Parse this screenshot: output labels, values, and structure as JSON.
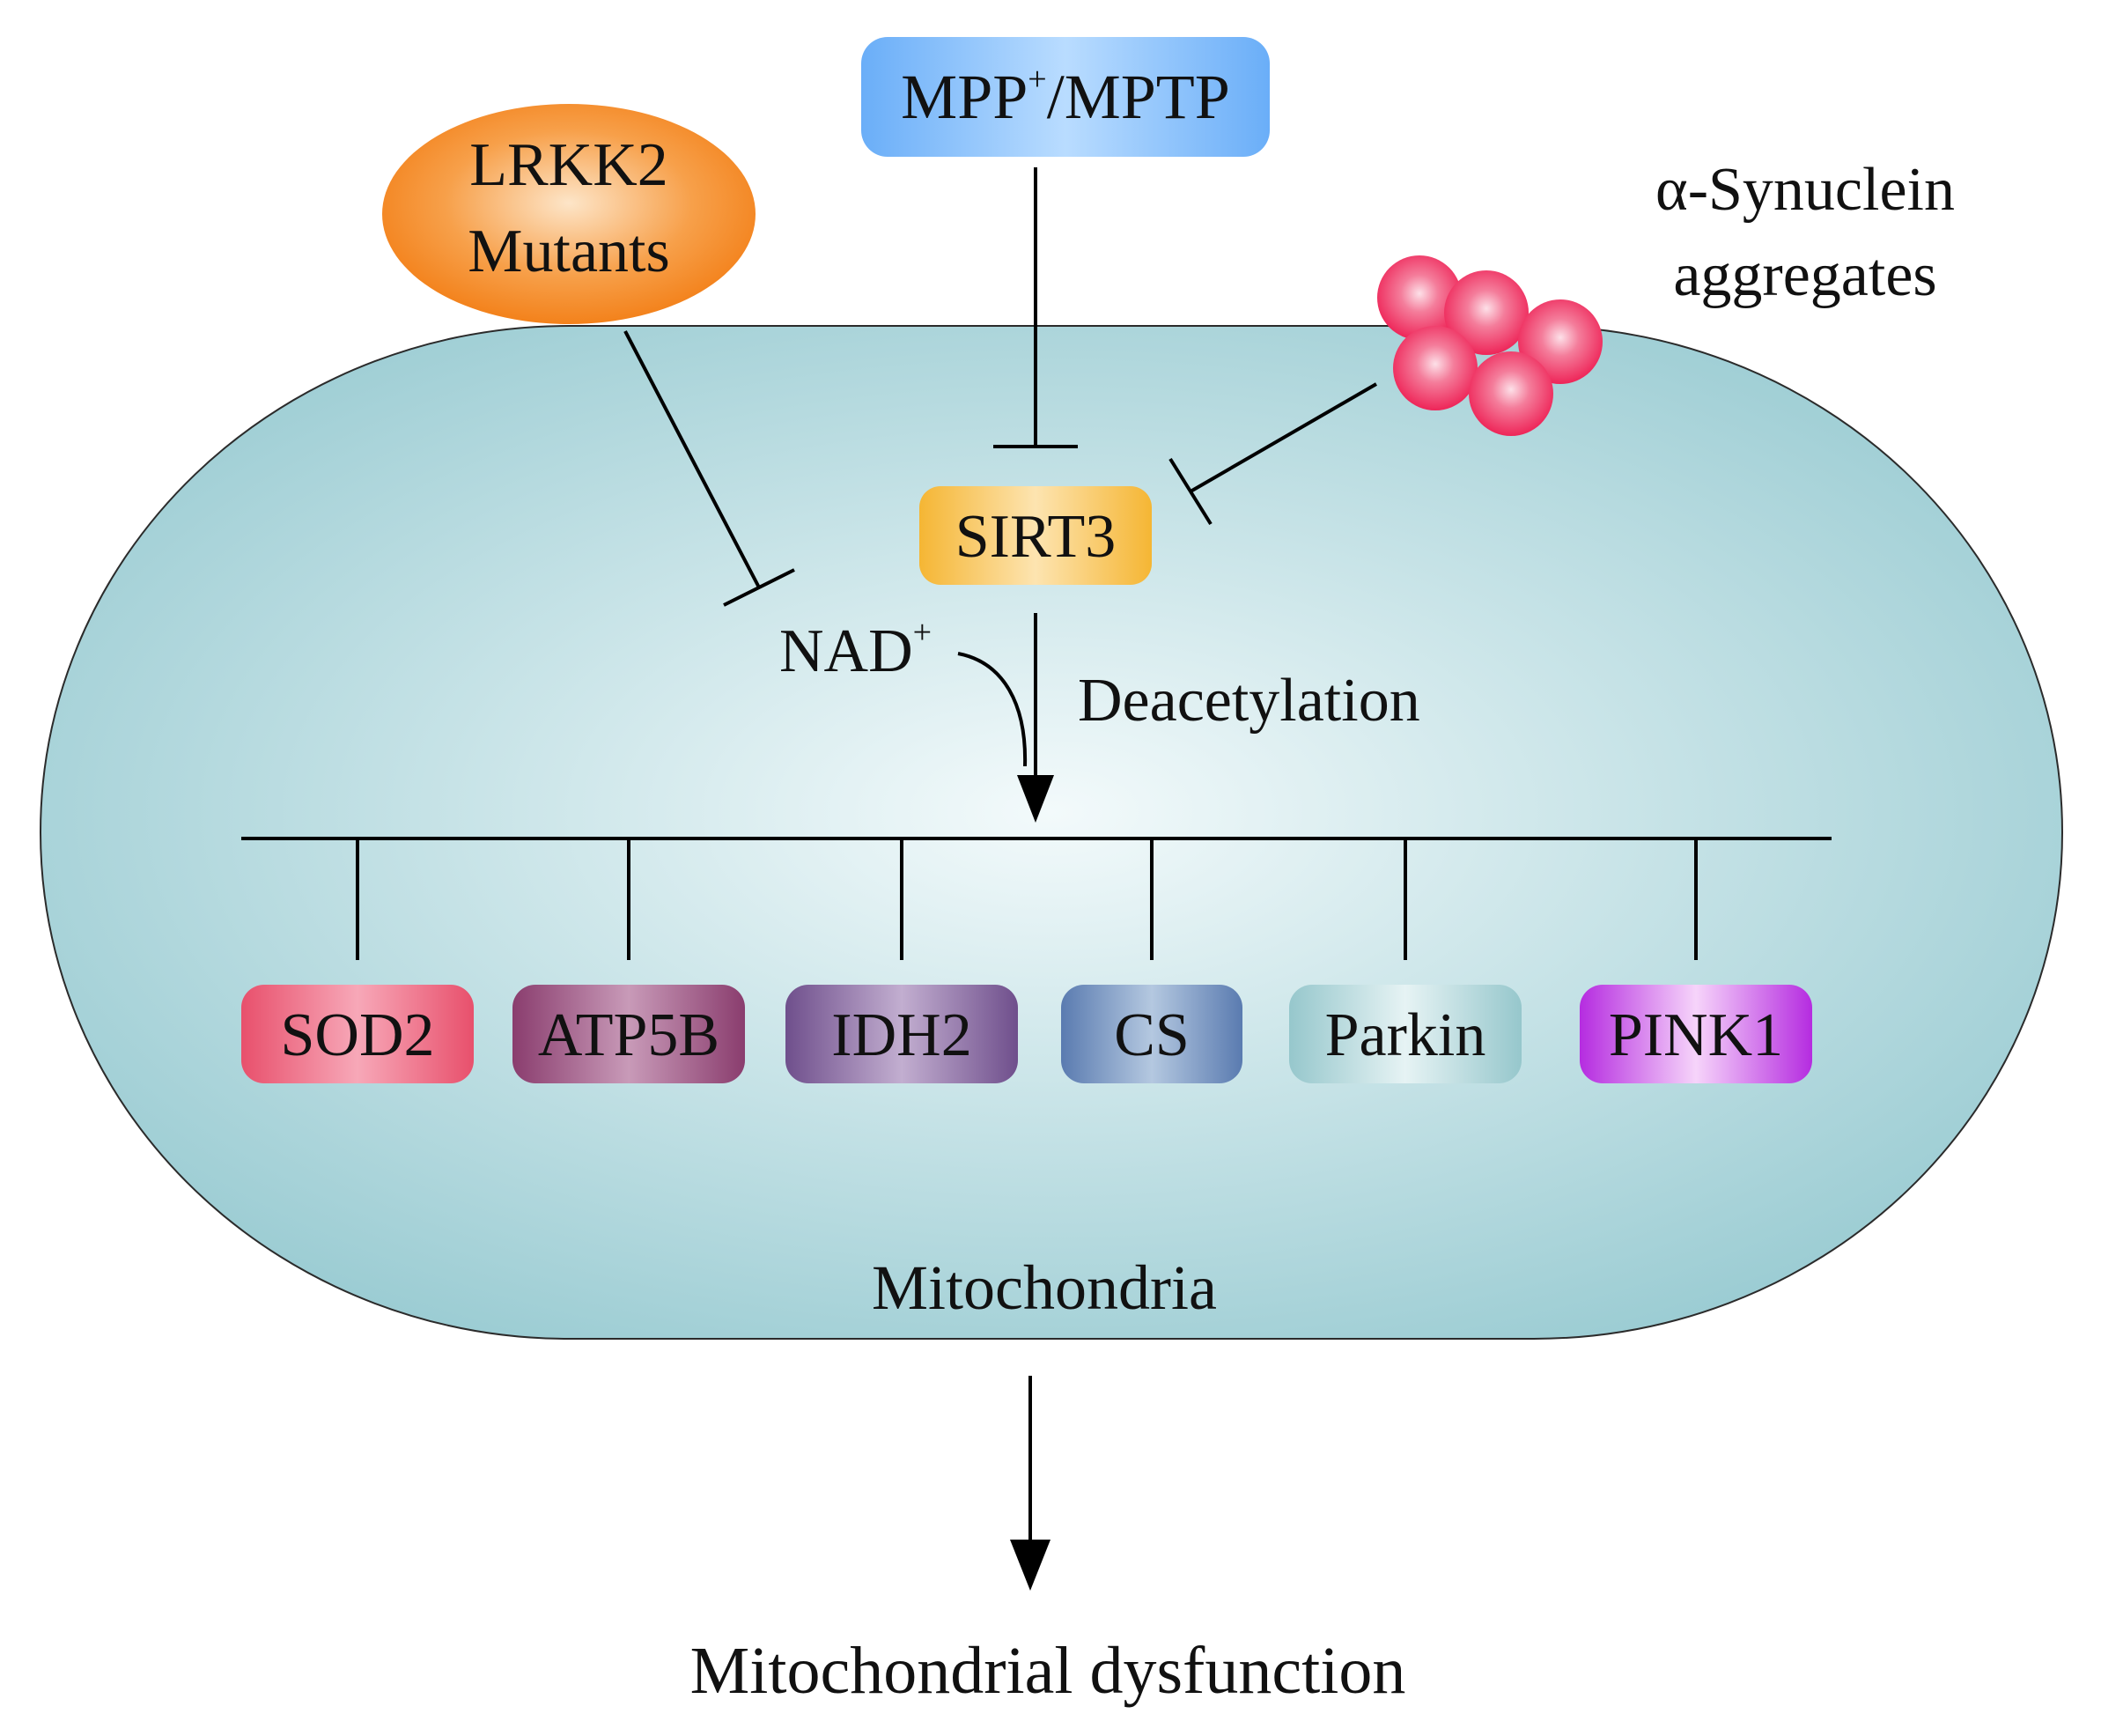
{
  "nodes": {
    "mpp": {
      "main": "MPP",
      "sup": "+",
      "rest": "/MPTP"
    },
    "lrkk2": {
      "line1": "LRKK2",
      "line2": "Mutants"
    },
    "synuclein": {
      "line1": "α-Synuclein",
      "line2": "aggregates"
    },
    "sirt3": "SIRT3",
    "nad": {
      "main": "NAD",
      "sup": "+"
    },
    "deacetylation": "Deacetylation",
    "mitochondria": "Mitochondria",
    "dysfunction": "Mitochondrial dysfunction"
  },
  "targets": [
    {
      "label": "SOD2",
      "colors": [
        "#f7a8b8",
        "#e8506c"
      ]
    },
    {
      "label": "ATP5B",
      "colors": [
        "#c89ab8",
        "#8a3d6e"
      ]
    },
    {
      "label": "IDH2",
      "colors": [
        "#c2aed0",
        "#6f4f8c"
      ]
    },
    {
      "label": "CS",
      "colors": [
        "#b4c8e0",
        "#5a7bb0"
      ]
    },
    {
      "label": "Parkin",
      "colors": [
        "#e6f3f4",
        "#96c7cc"
      ]
    },
    {
      "label": "PINK1",
      "colors": [
        "#f6d4fa",
        "#b52ce0"
      ]
    }
  ],
  "colors": {
    "mitochondria_fill": "#97cad1",
    "mitochondria_center": "#f3fafb",
    "lrkk2": "#f27b11",
    "mpp": "#6aaef8",
    "sirt3": "#f5b634",
    "synuclein": "#ee2558"
  }
}
